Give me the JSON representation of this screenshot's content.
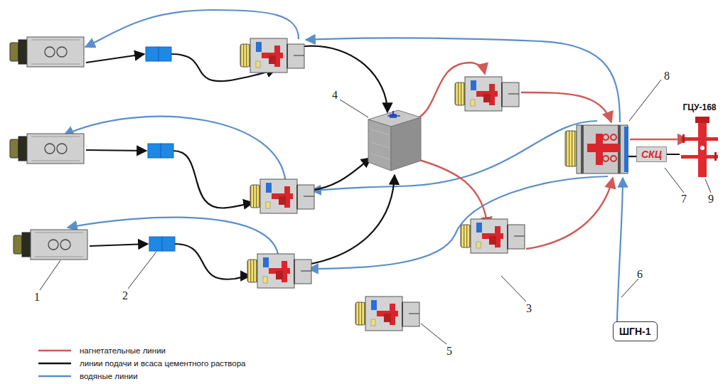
{
  "diagram": {
    "nodes": [
      {
        "text": [
          "ГЦУ-168"
        ]
      },
      {
        "text": [
          "СКЦ"
        ]
      },
      {
        "text": [
          "ШГН-1"
        ]
      }
    ],
    "edges": [
      {
        "from": 1,
        "to": 0,
        "arrow": "none"
      }
    ],
    "labels": [
      "8",
      "4",
      "9",
      "7",
      "6",
      "1",
      "2",
      "3",
      "5"
    ],
    "legend": [
      {
        "text": "нагнетательные линии"
      },
      {
        "text": "линии подачи и всаса цементного раствора"
      },
      {
        "text": "водяные линии"
      }
    ]
  }
}
